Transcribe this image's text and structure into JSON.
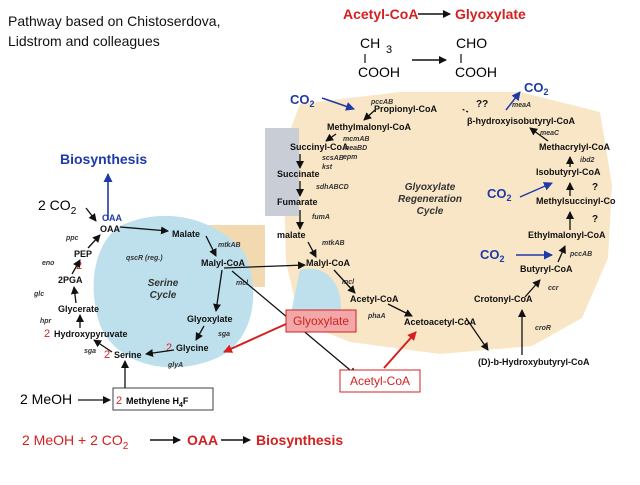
{
  "header": {
    "source_line1": "Pathway based on Chistoserdova,",
    "source_line2": "Lidstrom and colleagues",
    "reaction_from": "Acetyl-CoA",
    "reaction_to": "Glyoxylate",
    "struct_left_top": "CH",
    "struct_left_sub": "3",
    "struct_left_bottom": "COOH",
    "struct_right_top": "CHO",
    "struct_right_bottom": "COOH"
  },
  "serine_cycle": {
    "title_line1": "Serine",
    "title_line2": "Cycle",
    "regulator": "qscR (reg.)",
    "metabolites": {
      "oaa": "OAA",
      "malate": "Malate",
      "malyl_coa": "Malyl-CoA",
      "glyoxylate": "Glyoxylate",
      "glycine": "Glycine",
      "serine": "Serine",
      "hydroxypyruvate": "Hydroxypyruvate",
      "glycerate": "Glycerate",
      "pga": "2PGA",
      "pep": "PEP"
    },
    "enzymes": {
      "ppc": "ppc",
      "eno": "eno",
      "glc": "glc",
      "hpr": "hpr",
      "sga_left": "sga",
      "sga_right": "sga",
      "glya": "glyA",
      "mtkab": "mtkAB",
      "mcl": "mcl"
    },
    "stoich": {
      "two": "2"
    }
  },
  "glyoxylate_cycle": {
    "title_line1": "Glyoxylate",
    "title_line2": "Regeneration",
    "title_line3": "Cycle",
    "metabolites": {
      "propionyl_coa": "Propionyl-CoA",
      "methylmalonyl_coa": "Methylmalonyl-CoA",
      "succinyl_coa": "Succinyl-CoA",
      "succinate": "Succinate",
      "fumarate": "Fumarate",
      "malate": "malate",
      "malyl_coa": "Malyl-CoA",
      "acetyl_coa": "Acetyl-CoA",
      "acetoacetyl_coa": "Acetoacetyl-CoA",
      "crotonyl_coa": "Crotonyl-CoA",
      "hydroxybutyryl_coa": "(D)-b-Hydroxybutyryl-CoA",
      "butyryl_coa": "Butyryl-CoA",
      "ethylmalonyl_coa": "Ethylmalonyl-CoA",
      "methylsuccinyl_coa": "Methylsuccinyl-Co",
      "isobutyryl_coa": "Isobutyryl-CoA",
      "methacrylyl_coa": "Methacrylyl-CoA",
      "hydroxyisobutyryl_coa": "β-hydroxyisobutyryl-CoA"
    },
    "enzymes": {
      "pccab_top": "pccAB",
      "mcmab": "mcmAB",
      "meabd": "meaBD",
      "epm": "epm",
      "scsab": "scsAB",
      "kst": "kst",
      "sdhabcd": "sdhABCD",
      "fuma": "fumA",
      "mtkab": "mtkAB",
      "mcl": "mcl",
      "phaa": "phaA",
      "croR": "croR",
      "ccr": "ccr",
      "pccab_right": "pccAB",
      "meaa": "meaA",
      "meac": "meaC",
      "ibd2": "ibd2"
    },
    "question_marks": {
      "q1": "??",
      "q2": "?",
      "q3": "?"
    }
  },
  "co2_labels": {
    "main": "CO",
    "sub": "2"
  },
  "labels": {
    "biosynthesis": "Biosynthesis",
    "two_co2": "2 CO",
    "two_co2_sub": "2",
    "oaa_small": "OAA",
    "two_meoh": "2 MeOH",
    "methylene_h4f": "Methylene H",
    "h4f_sub": "4",
    "h4f_suffix": "F",
    "glyoxylate_box": "Glyoxylate",
    "acetyl_coa_box": "Acetyl-CoA"
  },
  "summary": {
    "part1": "2 MeOH + 2 CO",
    "part1_sub": "2",
    "oaa": "OAA",
    "biosynthesis": "Biosynthesis"
  },
  "colors": {
    "serine_fill": "#bde0ec",
    "regen_fill": "#f8e6c6",
    "mtk_fill": "#f2d9b0",
    "blue": "#1f3aa8",
    "red": "#d42020",
    "box_fill": "#f2a8a8"
  }
}
